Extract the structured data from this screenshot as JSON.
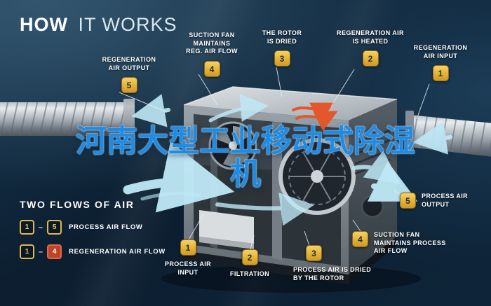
{
  "title": {
    "strong": "HOW",
    "light": "IT WORKS"
  },
  "overlay": {
    "line1": "河南大型工业移动式除湿",
    "line2": "机"
  },
  "callouts": {
    "reg_output": {
      "num": "5",
      "label": "REGENERATION\nAIR OUTPUT"
    },
    "suction_reg": {
      "num": "4",
      "label": "SUCTION FAN\nMAINTAINS\nREG. AIR FLOW"
    },
    "rotor_dried": {
      "num": "3",
      "label": "THE ROTOR\nIS DRIED"
    },
    "reg_heated": {
      "num": "2",
      "label": "REGENERATION AIR\nIS HEATED"
    },
    "reg_input": {
      "num": "1",
      "label": "REGENERATION\nAIR INPUT"
    },
    "process_output": {
      "num": "5",
      "label": "PROCESS AIR\nOUTPUT"
    },
    "suction_process": {
      "num": "4",
      "label": "SUCTION FAN\nMAINTAINS PROCESS\nAIR FLOW"
    },
    "process_dried": {
      "num": "3",
      "label": "PROCESS AIR IS DRIED\nBY THE ROTOR"
    },
    "filtration": {
      "num": "2",
      "label": "FILTRATION"
    },
    "process_input": {
      "num": "1",
      "label": "PROCESS AIR\nINPUT"
    }
  },
  "legend": {
    "title": "TWO FLOWS OF AIR",
    "separator": "–",
    "rows": [
      {
        "from": "1",
        "to": "5",
        "label": "PROCESS AIR FLOW"
      },
      {
        "from": "1",
        "to": "4",
        "label": "REGENERATION AIR FLOW"
      }
    ]
  },
  "colors": {
    "badge_gold": "#E9BE3F",
    "badge_red": "#BF4328",
    "overlay_blue": "#1B8CE8",
    "flow_blue": "#BFE9F7",
    "heat_red": "#E2572B",
    "background_navy": "#0C1E30"
  }
}
